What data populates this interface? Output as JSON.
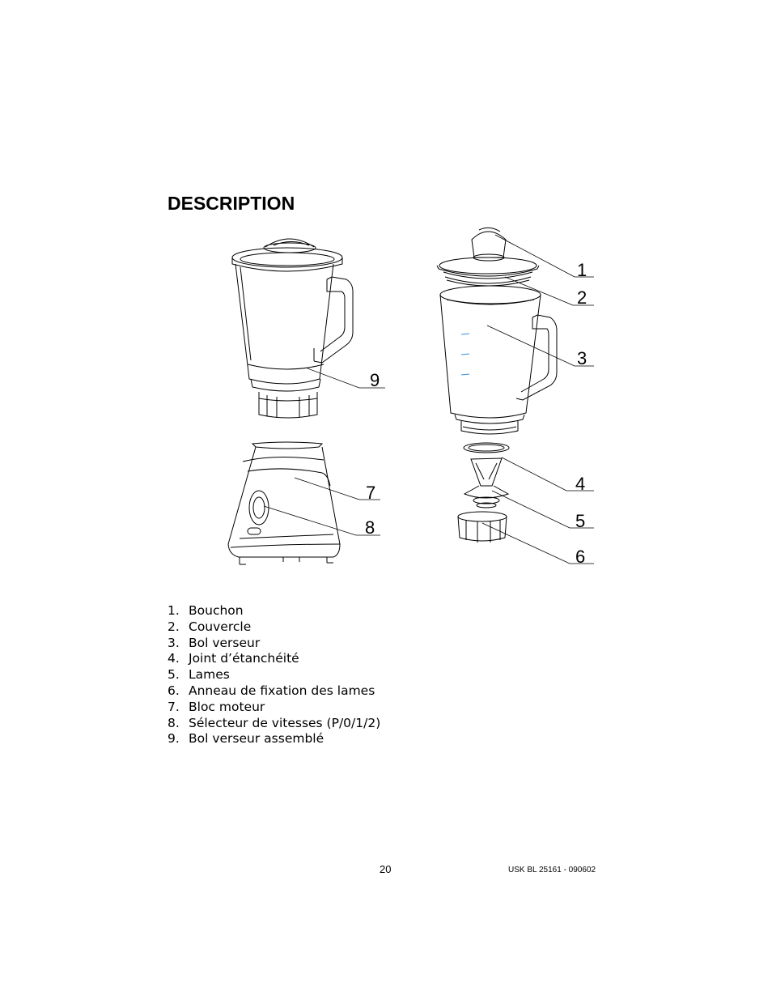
{
  "heading": "DESCRIPTION",
  "callouts": [
    "1",
    "2",
    "3",
    "4",
    "5",
    "6",
    "7",
    "8",
    "9"
  ],
  "parts": [
    {
      "num": "1.",
      "label": "Bouchon"
    },
    {
      "num": "2.",
      "label": "Couvercle"
    },
    {
      "num": "3.",
      "label": "Bol verseur"
    },
    {
      "num": "4.",
      "label": "Joint d’étanchéité"
    },
    {
      "num": "5.",
      "label": "Lames"
    },
    {
      "num": "6.",
      "label": "Anneau de fixation des lames"
    },
    {
      "num": "7.",
      "label": "Bloc moteur"
    },
    {
      "num": "8.",
      "label": "Sélecteur de vitesses (P/0/1/2)"
    },
    {
      "num": "9.",
      "label": "Bol verseur assemblé"
    }
  ],
  "footer": {
    "page_number": "20",
    "doc_code": "USK BL 25161 - 090602"
  },
  "colors": {
    "line": "#000000",
    "mark": "#3a8fd9"
  }
}
